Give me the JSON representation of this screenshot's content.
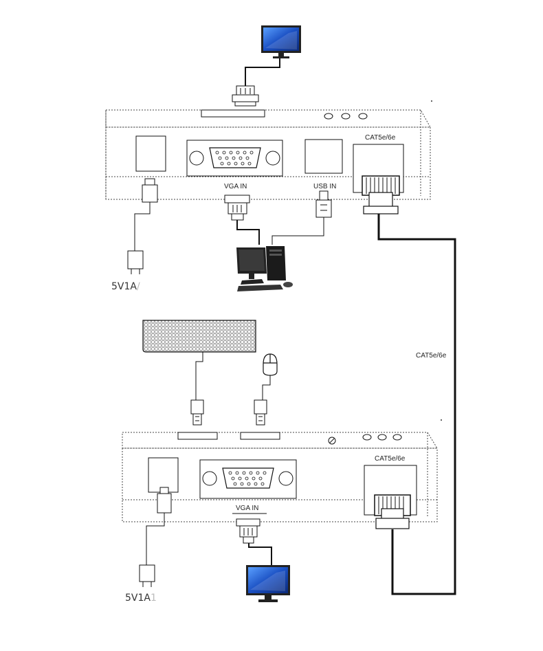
{
  "diagram": {
    "transmitter": {
      "vga_label": "VGA IN",
      "usb_label": "USB IN",
      "cat_label": "CAT5e/6e",
      "power_label": "5V1A",
      "power_suffix": "/"
    },
    "cable": {
      "label": "CAT5e/6e"
    },
    "receiver": {
      "vga_label": "VGA IN",
      "cat_label": "CAT5e/6e",
      "power_label": "5V1A",
      "power_suffix": "1"
    },
    "icons": [
      "monitor-icon",
      "computer-icon",
      "keyboard-icon",
      "mouse-icon",
      "power-plug-icon",
      "usb-plug-icon",
      "vga-plug-icon",
      "rj45-plug-icon"
    ],
    "colors": {
      "screen": "#1a4fc2",
      "line": "#111111",
      "dotted": "#555555"
    }
  }
}
